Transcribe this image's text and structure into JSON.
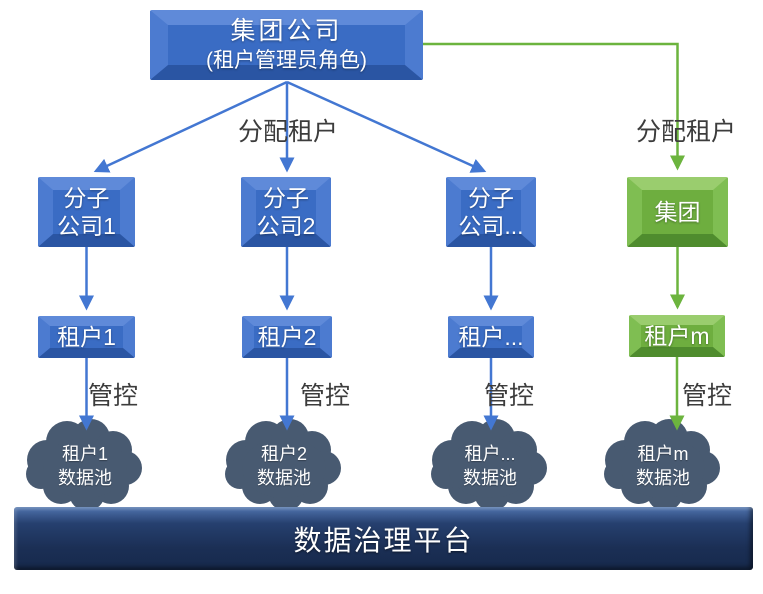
{
  "nodes": {
    "root_title": "集团公司",
    "root_subtitle": "(租户管理员角色)",
    "companies": [
      "分子\n公司1",
      "分子\n公司2",
      "分子\n公司...",
      "集团"
    ],
    "tenants": [
      "租户1",
      "租户2",
      "租户...",
      "租户m"
    ],
    "pools": [
      "租户1\n数据池",
      "租户2\n数据池",
      "租户...\n数据池",
      "租户m\n数据池"
    ],
    "platform": "数据治理平台"
  },
  "labels": {
    "assign_left": "分配租户",
    "assign_right": "分配租户",
    "govern": [
      "管控",
      "管控",
      "管控",
      "管控"
    ]
  },
  "colors": {
    "blue_node": "#3A6CC4",
    "green_node": "#6EAE3F",
    "blue_arrow": "#4377D2",
    "green_arrow": "#6CB43E",
    "cloud": "#485A71",
    "platform_bar": "#1B2F55",
    "label_text": "#3C3C3C"
  }
}
